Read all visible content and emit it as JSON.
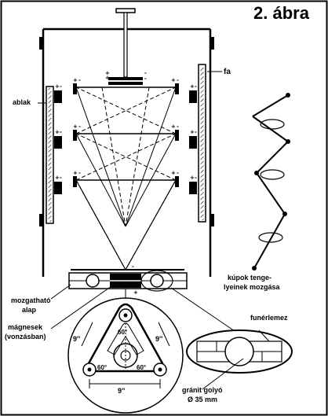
{
  "title": "2. ábra",
  "labels": {
    "fa": "fa",
    "ablak": "ablak",
    "axes_line1": "kúpok tenge-",
    "axes_line2": "lyeinek mozgása",
    "base_line1": "mozgatható",
    "base_line2": "alap",
    "magnets_line1": "mágnesek",
    "magnets_line2": "(vonzásban)",
    "plate": "funérlemez",
    "ball_line1": "gránit golyó",
    "ball_line2": "Ø 35 mm"
  },
  "dimensions": {
    "side_left": "9''",
    "side_right": "9''",
    "bottom": "9''",
    "angle_top": "60°",
    "angle_left": "60°",
    "angle_right": "60°"
  },
  "signs": {
    "plus": "+",
    "minus": "-"
  }
}
